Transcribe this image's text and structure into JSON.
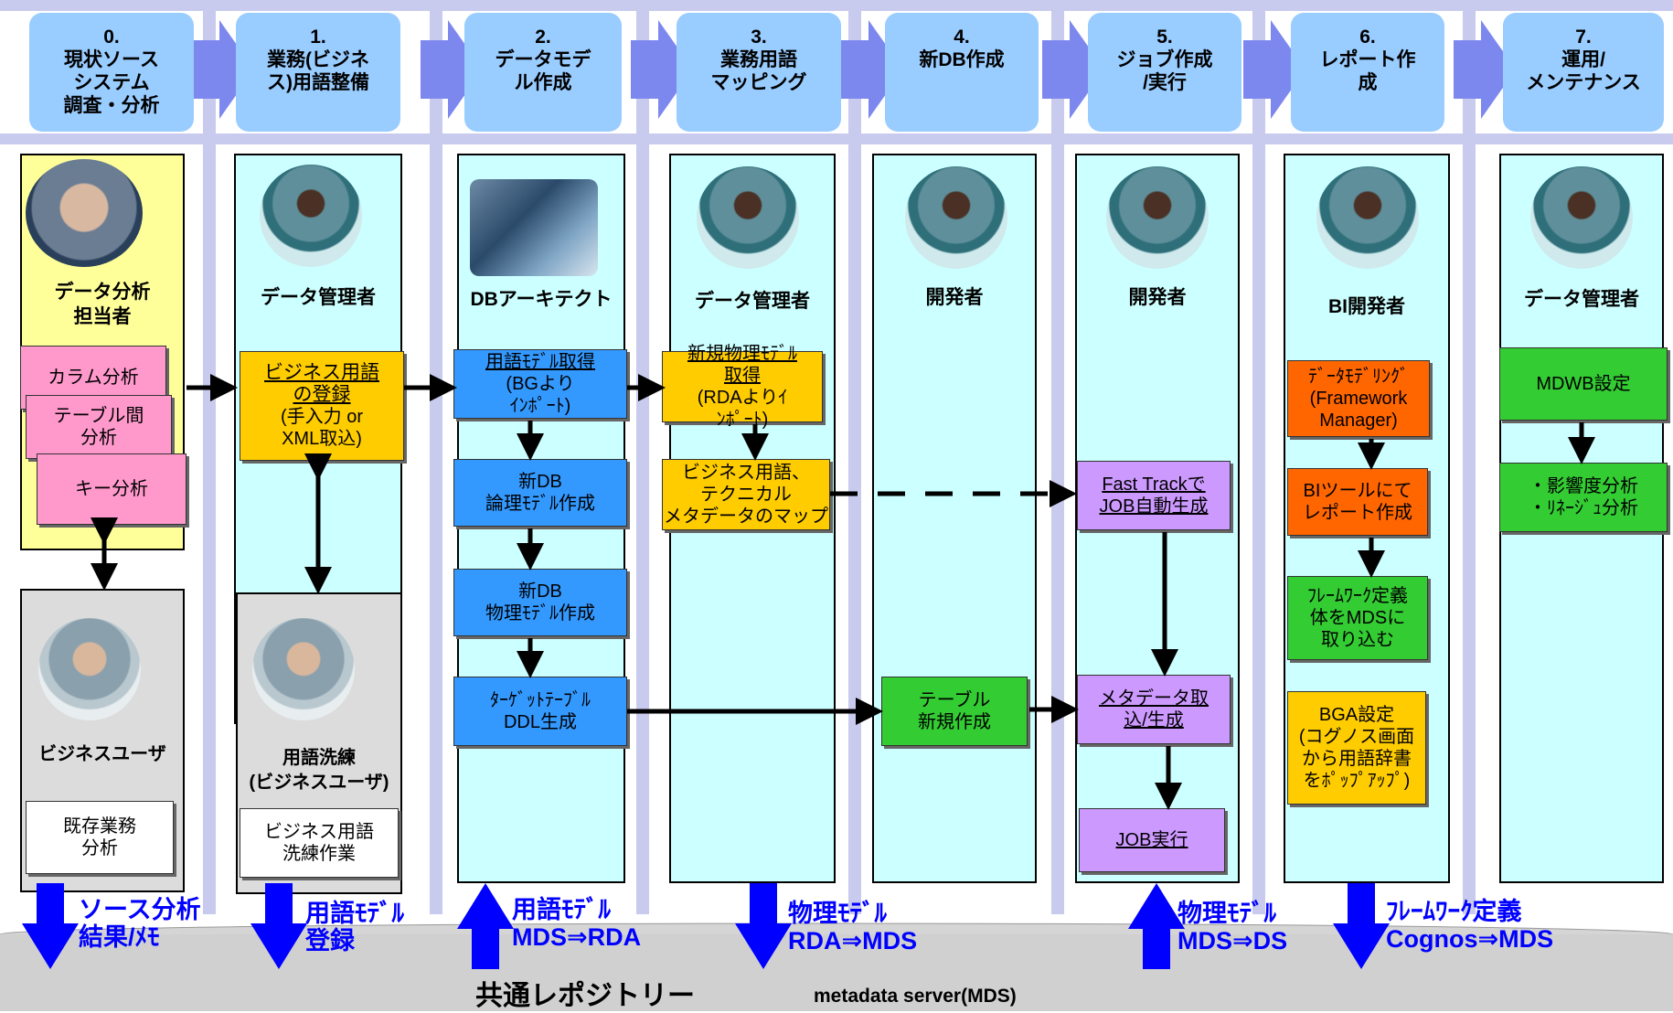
{
  "steps": [
    {
      "num": "0.",
      "title": "現状ソース\nシステム\n調査・分析"
    },
    {
      "num": "1.",
      "title": "業務(ビジネ\nス)用語整備"
    },
    {
      "num": "2.",
      "title": "データモデ\nル作成"
    },
    {
      "num": "3.",
      "title": "業務用語\nマッピング"
    },
    {
      "num": "4.",
      "title": "新DB作成"
    },
    {
      "num": "5.",
      "title": "ジョブ作成\n/実行"
    },
    {
      "num": "6.",
      "title": "レポート作\n成"
    },
    {
      "num": "7.",
      "title": "運用/\nメンテナンス"
    }
  ],
  "roles": {
    "lane0": "データ分析\n担当者",
    "lane1": "データ管理者",
    "lane2": "DBアーキテクト",
    "lane3": "データ管理者",
    "lane4": "開発者",
    "lane5": "開発者",
    "lane6": "BI開発者",
    "lane7": "データ管理者",
    "business_user": "ビジネスユーザ",
    "term_refine": "用語洗練\n(ビジネスユーザ)"
  },
  "notes": {
    "col_analysis": "カラム分析",
    "table_analysis": "テーブル間\n分析",
    "key_analysis": "キー分析",
    "existing_business": "既存業務\n分析",
    "biz_term_reg_title": "ビジネス用語\nの登録",
    "biz_term_reg_body": "(手入力 or\nXML取込)",
    "biz_term_refine": "ビジネス用語\n洗練作業",
    "term_model_get_title": "用語ﾓﾃﾞﾙ取得",
    "term_model_get_body": "(BGより\nｲﾝﾎﾟｰﾄ)",
    "new_db_logical": "新DB\n論理ﾓﾃﾞﾙ作成",
    "new_db_physical": "新DB\n物理ﾓﾃﾞﾙ作成",
    "target_ddl": "ﾀｰｹﾞｯﾄﾃｰﾌﾞﾙ\nDDL生成",
    "new_phys_model_title": "新規物理ﾓﾃﾞﾙ\n取得",
    "new_phys_model_body": "(RDAよりｲ\nﾝﾎﾟｰﾄ)",
    "biz_tech_map": "ビジネス用語、\nテクニカル\nメタデータのマップ",
    "table_new": "テーブル\n新規作成",
    "fasttrack": "Fast Trackで\nJOB自動生成",
    "metadata_import": "メタデータ取\n込/生成",
    "job_run": "JOB実行",
    "data_modeling": "ﾃﾞｰﾀﾓﾃﾞﾘﾝｸﾞ\n(Framework\nManager)",
    "bi_report": "BIツールにて\nレポート作成",
    "framework_import": "ﾌﾚｰﾑﾜｰｸ定義\n体をMDSに\n取り込む",
    "bga": "BGA設定\n(コグノス画面\nから用語辞書\nをﾎﾟｯﾌﾟｱｯﾌﾟ)",
    "mdwb": "MDWB設定",
    "impact": "・影響度分析\n・ﾘﾈｰｼﾞｭ分析"
  },
  "mds_labels": [
    "ソース分析\n結果/ﾒﾓ",
    "用語ﾓﾃﾞﾙ\n登録",
    "用語ﾓﾃﾞﾙ\nMDS⇒RDA",
    "物理ﾓﾃﾞﾙ\nRDA⇒MDS",
    "物理ﾓﾃﾞﾙ\nMDS⇒DS",
    "ﾌﾚｰﾑﾜｰｸ定義\nCognos⇒MDS"
  ],
  "repository": {
    "name": "共通レポジトリー",
    "server": "metadata server(MDS)"
  },
  "colors": {
    "lane_bg": "#ccffff",
    "step_bg": "#99ccff",
    "arrow_blue": "#0000ff",
    "pink": "#ff99cc",
    "orange": "#ffcc00",
    "blue": "#3399ff",
    "green": "#33cc33",
    "purple": "#cc99ff",
    "red": "#ff6600"
  }
}
